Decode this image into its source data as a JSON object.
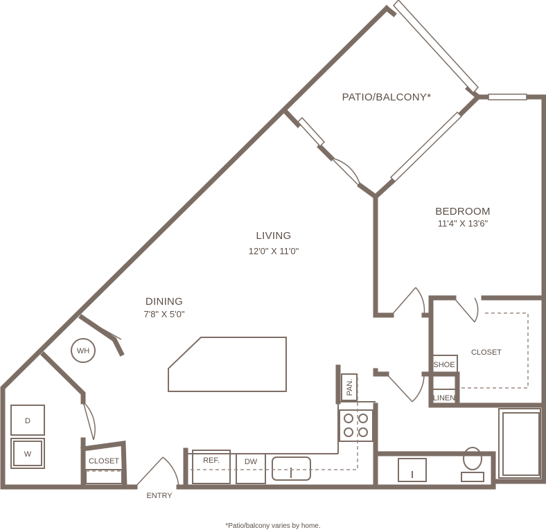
{
  "rooms": {
    "patio": {
      "label": "PATIO/BALCONY*"
    },
    "bedroom": {
      "label": "BEDROOM",
      "dimensions": "11'4\" X 13'6\""
    },
    "living": {
      "label": "LIVING",
      "dimensions": "12'0\" X 11'0\""
    },
    "dining": {
      "label": "DINING",
      "dimensions": "7'8\" X 5'0\""
    },
    "closet": {
      "label": "CLOSET"
    },
    "entry_closet": {
      "label": "CLOSET"
    },
    "entry": {
      "label": "ENTRY"
    }
  },
  "fixtures": {
    "water_heater": "WH",
    "dryer": "D",
    "washer": "W",
    "refrigerator": "REF.",
    "dishwasher": "DW",
    "pantry": "PAN.",
    "shoe": "SHOE",
    "linen": "LINEN"
  },
  "footnote": "*Patio/balcony varies by home."
}
